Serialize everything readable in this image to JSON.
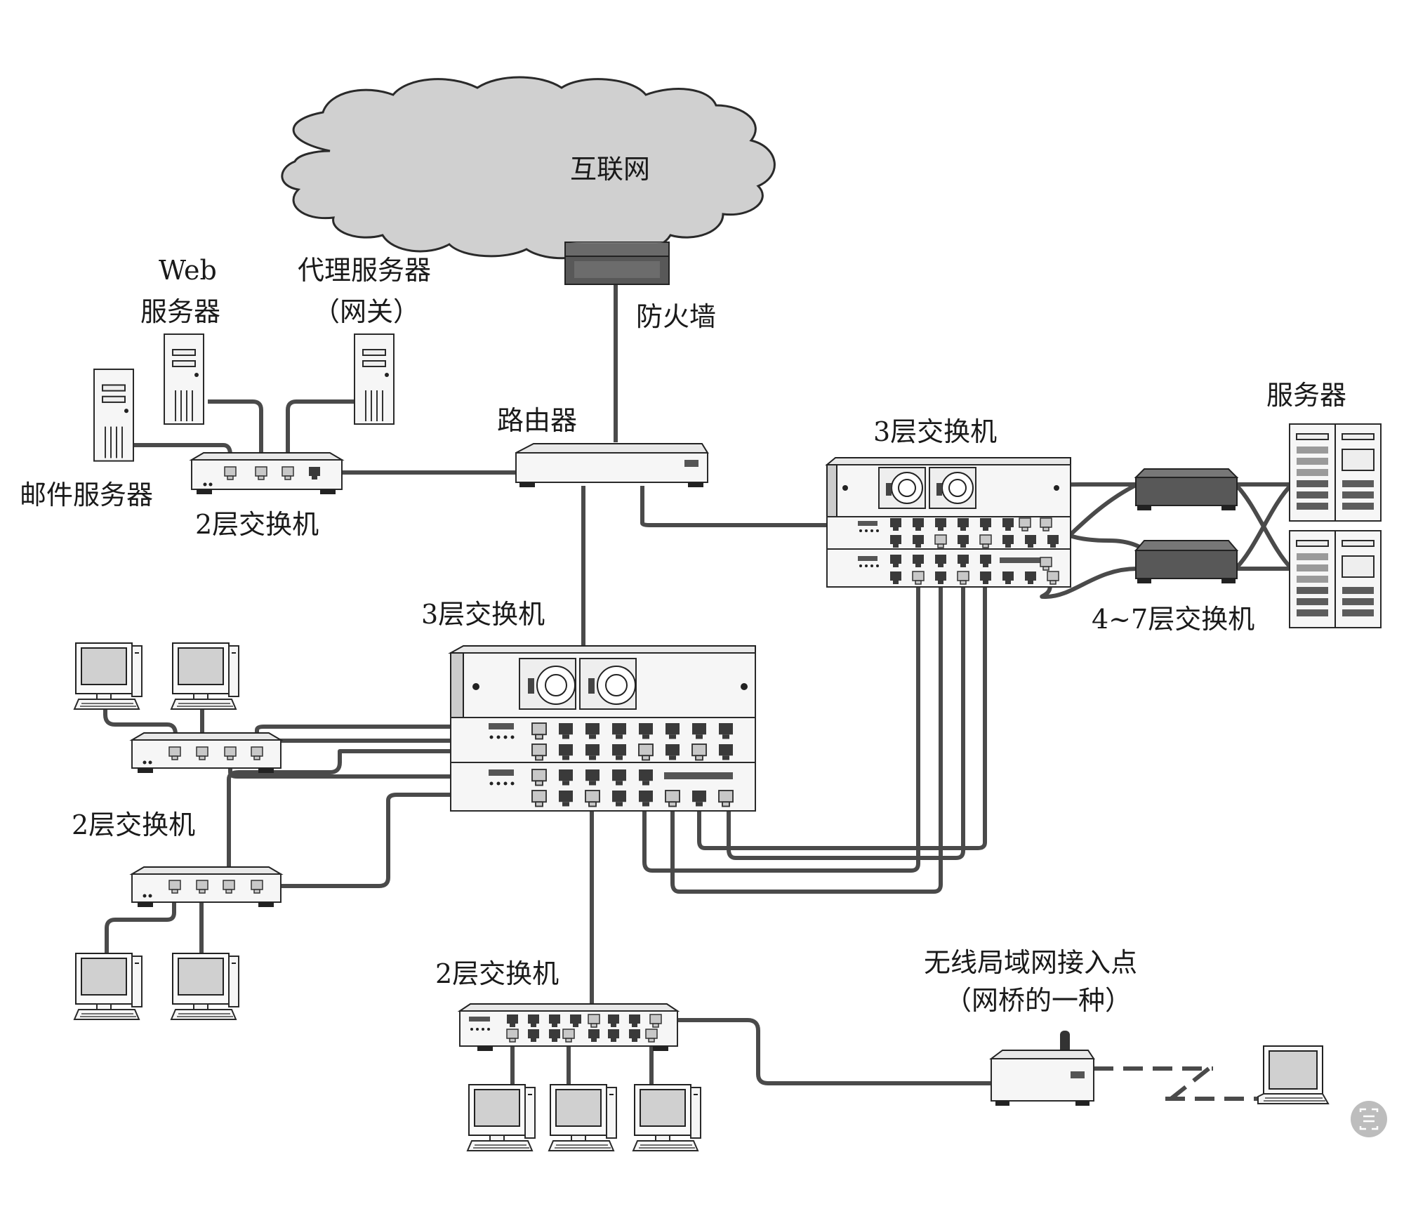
{
  "labels": {
    "internet": "互联网",
    "firewall": "防火墙",
    "router": "路由器",
    "web_server_1": "Web",
    "web_server_2": "服务器",
    "proxy_1": "代理服务器",
    "proxy_2": "（网关）",
    "mail_server": "邮件服务器",
    "l2_switch_top_left": "2层交换机",
    "l3_switch_right": "3层交换机",
    "servers": "服务器",
    "l47_switch": "4~7层交换机",
    "l3_switch_center": "3层交换机",
    "l2_switch_left": "2层交换机",
    "l2_switch_bottom": "2层交换机",
    "wlan_ap_1": "无线局域网接入点",
    "wlan_ap_2": "（网桥的一种）"
  },
  "colors": {
    "cable": "#4a4a4a",
    "cloud": "#d0d0d0",
    "device_dark": "#585858",
    "device_light": "#f6f6f6"
  },
  "corner_icon": "screenshot-ocr-icon"
}
